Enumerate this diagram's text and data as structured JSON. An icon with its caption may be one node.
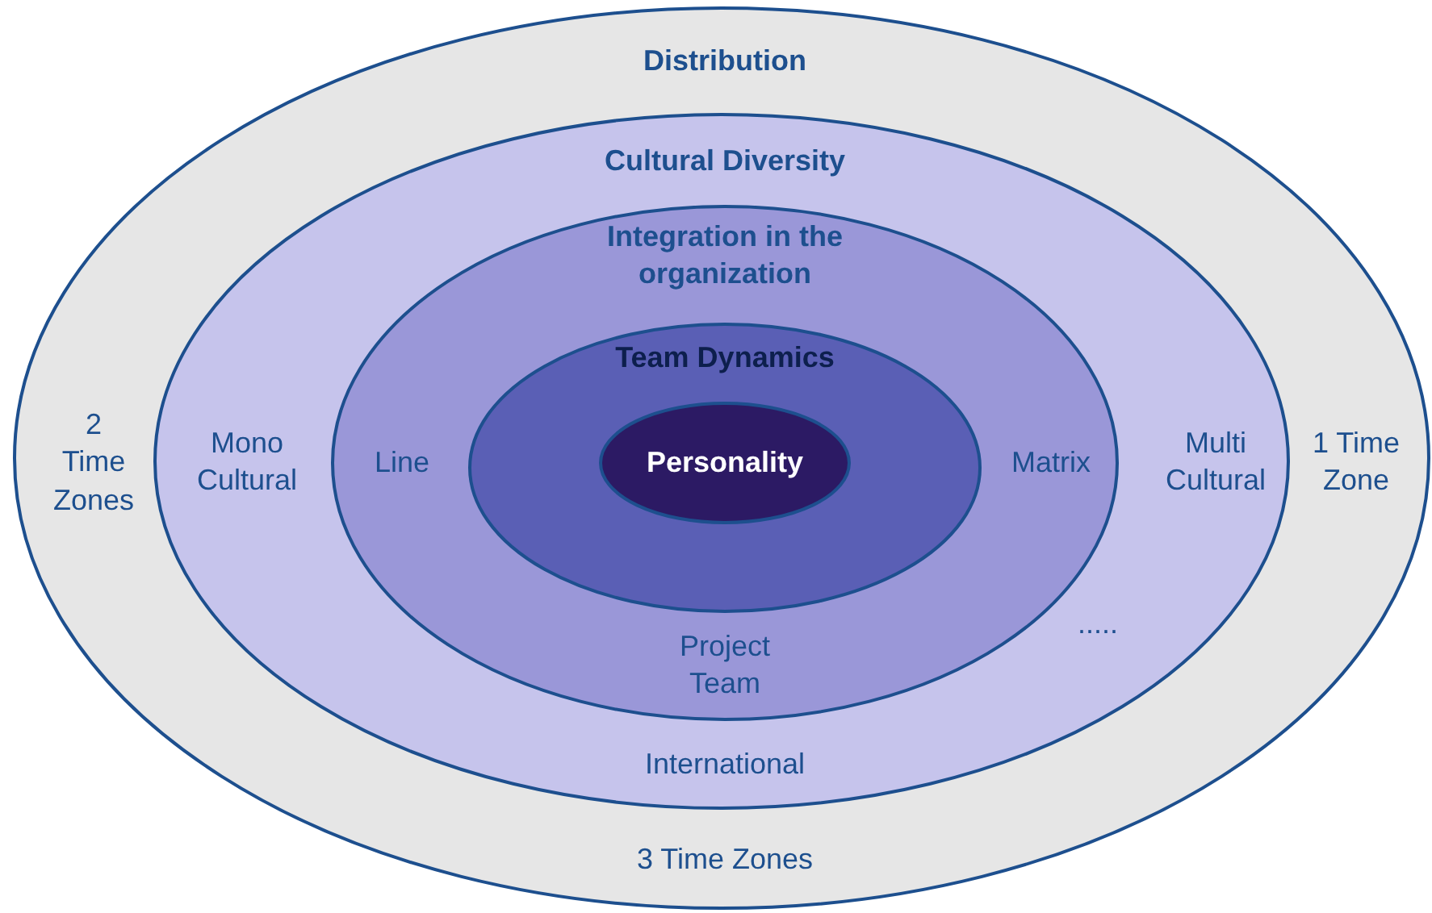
{
  "diagram": {
    "nodes": [
      {
        "text": [
          "Distribution",
          "2 Time Zones",
          "1 Time Zone",
          "3 Time Zones"
        ]
      },
      {
        "text": [
          "Cultural Diversity",
          "Mono Cultural",
          "Multi Cultural",
          "International"
        ],
        "in": 0
      },
      {
        "text": [
          "Integration in the organization",
          "Line",
          "Matrix",
          "Project Team",
          "....."
        ],
        "in": 1
      },
      {
        "text": [
          "Team Dynamics"
        ],
        "in": 2
      },
      {
        "text": [
          "Personality"
        ],
        "in": 3
      }
    ]
  }
}
